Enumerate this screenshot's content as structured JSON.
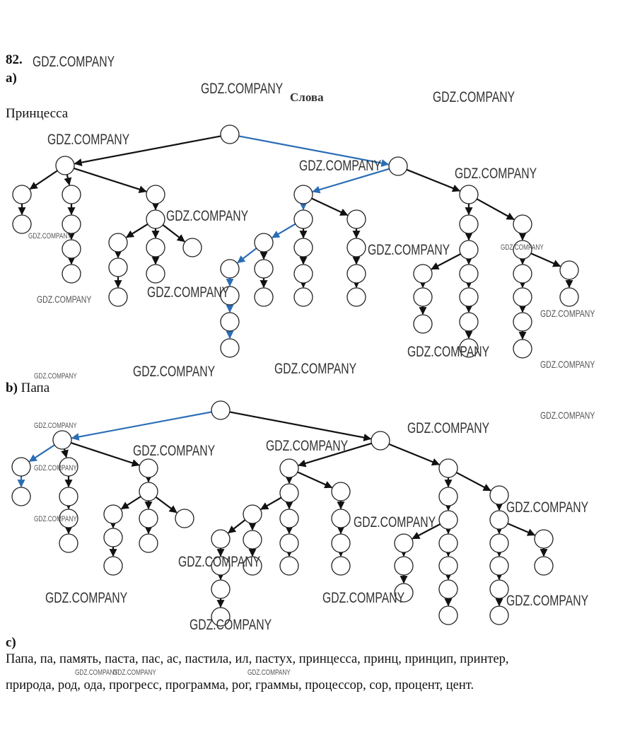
{
  "exercise_number": "82.",
  "section_a": {
    "label": "a)",
    "title": "Слова",
    "word": "Принцесса"
  },
  "section_b": {
    "label": "b)",
    "word": "Папа"
  },
  "section_c": {
    "label": "c)",
    "line1": "Папа, па, память, паста, пас, ас, пастила, ил, пастух, принцесса, принц, принцип, принтер,",
    "line2": "природа, род, ода, прогресс, программа, рог, граммы, процессор, сор, процент, цент."
  },
  "watermark": "GDZ.COMPANY",
  "colors": {
    "path_highlight": "#2a6db5",
    "edge": "#111111",
    "node_stroke": "#222222"
  }
}
